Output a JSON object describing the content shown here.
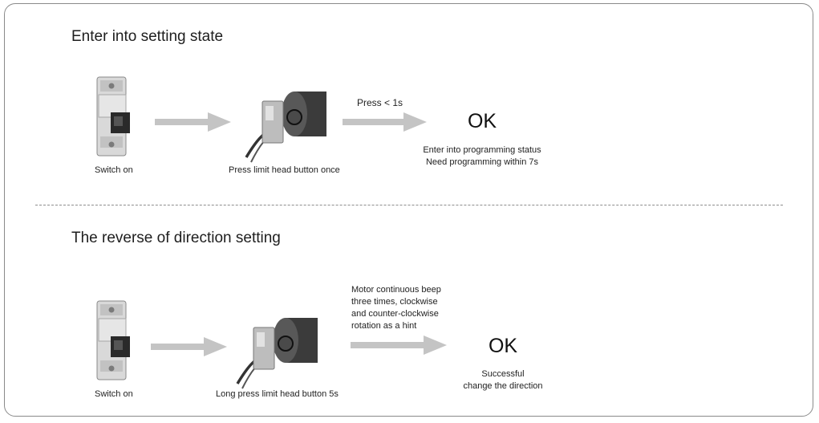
{
  "section1": {
    "title": "Enter into setting state",
    "switch_caption": "Switch on",
    "motor_caption": "Press limit head button once",
    "arrow_label": "Press < 1s",
    "ok": "OK",
    "result_lines": [
      "Enter into programming status",
      "Need programming within 7s"
    ]
  },
  "section2": {
    "title": "The reverse of direction setting",
    "switch_caption": "Switch on",
    "motor_caption": "Long press limit head button 5s",
    "arrow_label_lines": [
      "Motor continuous beep",
      "three times, clockwise",
      "and counter-clockwise",
      "rotation as a hint"
    ],
    "ok": "OK",
    "result_lines": [
      "Successful",
      "change the direction"
    ]
  },
  "icons": {
    "switch": "circuit-breaker-icon",
    "motor": "tubular-motor-icon",
    "arrow": "arrow-right-icon"
  },
  "colors": {
    "arrow": "#c4c4c4",
    "frame": "#8a8a8a",
    "divider": "#8d8d8d"
  }
}
